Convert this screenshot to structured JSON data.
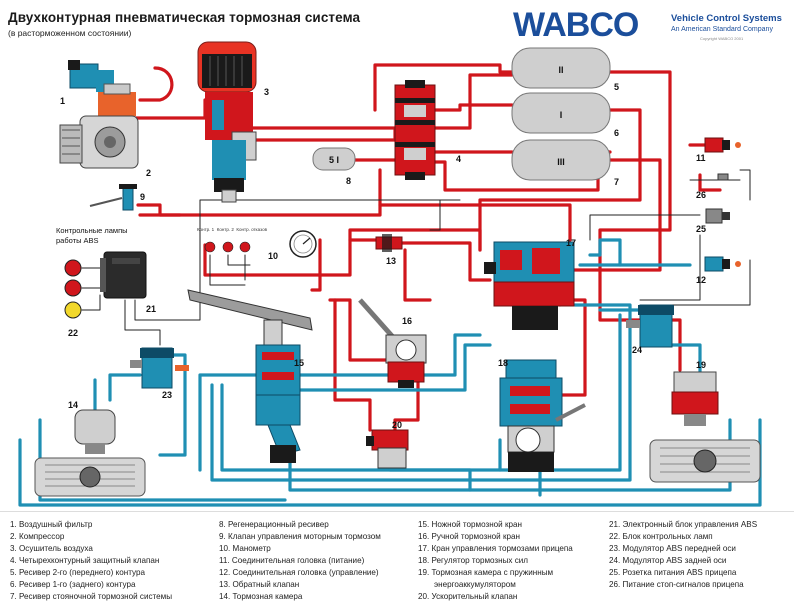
{
  "title": "Двухконтурная пневматическая тормозная система",
  "subtitle": "(в расторможенном состоянии)",
  "brand": {
    "logo": "WABCO",
    "line1": "Vehicle Control Systems",
    "line2": "An American Standard Company",
    "line3": "Copyright WABCO 2001"
  },
  "abs_lamps_label": "Контрольные лампы работы ABS",
  "lamp_captions": [
    "Контр. 1",
    "Контр. 2",
    "Контр. отказов"
  ],
  "receivers": [
    "II",
    "I",
    "III"
  ],
  "small_receiver": "5 I",
  "numbers": {
    "n1": "1",
    "n2": "2",
    "n3": "3",
    "n4": "4",
    "n5": "5",
    "n6": "6",
    "n7": "7",
    "n8": "8",
    "n9": "9",
    "n10": "10",
    "n11": "11",
    "n12": "12",
    "n13": "13",
    "n14": "14",
    "n15": "15",
    "n16": "16",
    "n17": "17",
    "n18": "18",
    "n19": "19",
    "n20": "20",
    "n21": "21",
    "n22": "22",
    "n23": "23",
    "n24": "24",
    "n25": "25",
    "n26": "26"
  },
  "legend": {
    "col1": [
      "1. Воздушный фильтр",
      "2. Компрессор",
      "3. Осушитель воздуха",
      "4. Четырехконтурный защитный клапан",
      "5. Ресивер 2-го (переднего) контура",
      "6. Ресивер 1-го (заднего) контура",
      "7. Ресивер стояночной тормозной системы"
    ],
    "col2": [
      "8. Регенерационный ресивер",
      "9. Клапан управления моторным тормозом",
      "10. Манометр",
      "11. Соединительная головка (питание)",
      "12. Соединительная головка (управление)",
      "13. Обратный клапан",
      "14. Тормозная камера"
    ],
    "col3": [
      "15. Ножной тормозной кран",
      "16. Ручной тормозной кран",
      "17. Кран управления тормозами прицепа",
      "18. Регулятор тормозных сил",
      "19. Тормозная камера с пружинным",
      "энергоаккумулятором",
      "20. Ускорительный клапан"
    ],
    "col4": [
      "21. Электронный блок управления ABS",
      "22. Блок контрольных ламп",
      "23. Модулятор ABS передней оси",
      "24. Модулятор ABS задней оси",
      "25. Розетка питания ABS прицепа",
      "26. Питание стоп-сигналов прицепа"
    ]
  },
  "colors": {
    "supply": "#d0161c",
    "control": "#1f8fb3",
    "receiver": "#cfcfcf",
    "brand": "#1b4e9b"
  }
}
